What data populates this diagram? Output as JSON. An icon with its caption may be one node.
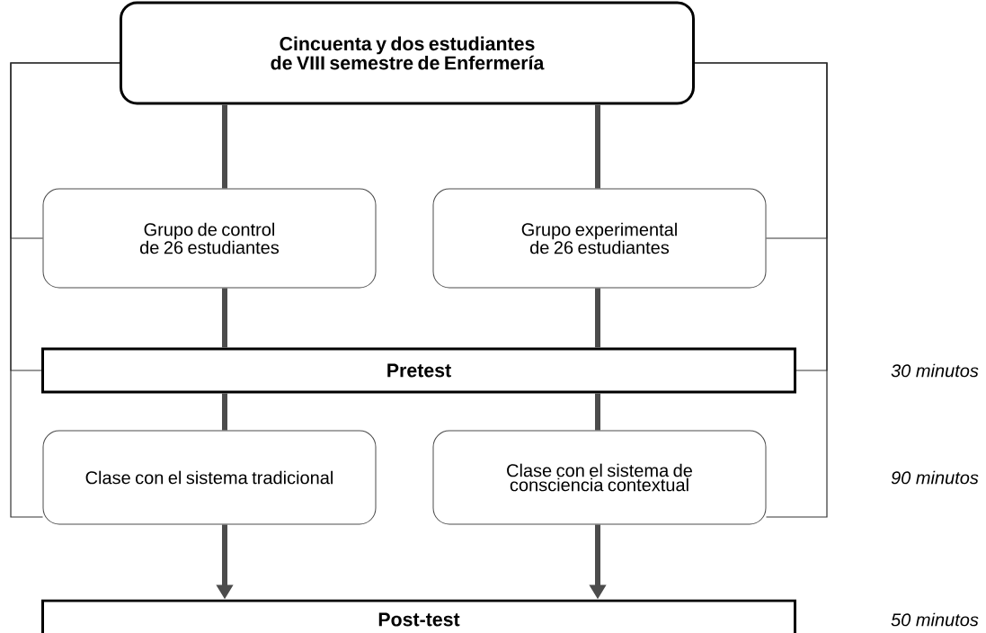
{
  "diagram": {
    "nodes": [
      {
        "text": [
          "Cincuenta y dos estudiantes de VIII semestre de Enfermería"
        ]
      },
      {
        "text": [
          "Grupo de control de 26 estudiantes"
        ]
      },
      {
        "text": [
          "Grupo experimental de 26 estudiantes"
        ]
      },
      {
        "text": [
          "Pretest"
        ]
      },
      {
        "text": [
          "Clase con el sistema tradicional"
        ]
      },
      {
        "text": [
          "Clase con el sistema de consciencia contextual"
        ]
      },
      {
        "text": [
          "Post-test"
        ]
      }
    ],
    "edges": [
      {
        "from": 0,
        "to": 1,
        "arrow": "none"
      },
      {
        "from": 0,
        "to": 2,
        "arrow": "none"
      },
      {
        "from": 1,
        "to": 3,
        "arrow": "none"
      },
      {
        "from": 2,
        "to": 3,
        "arrow": "none"
      },
      {
        "from": 3,
        "to": 4,
        "arrow": "none"
      },
      {
        "from": 3,
        "to": 5,
        "arrow": "none"
      },
      {
        "from": 4,
        "to": 6,
        "arrow": "to"
      },
      {
        "from": 5,
        "to": 6,
        "arrow": "to"
      },
      {
        "from": 0,
        "to": 1,
        "arrow": "none"
      },
      {
        "from": 0,
        "to": 3,
        "arrow": "none"
      },
      {
        "from": 0,
        "to": 4,
        "arrow": "none"
      },
      {
        "from": 0,
        "to": 2,
        "arrow": "none"
      },
      {
        "from": 0,
        "to": 3,
        "arrow": "none"
      },
      {
        "from": 0,
        "to": 5,
        "arrow": "none"
      }
    ],
    "labels": [
      "30 minutos",
      "90 minutos",
      "50 minutos"
    ]
  }
}
